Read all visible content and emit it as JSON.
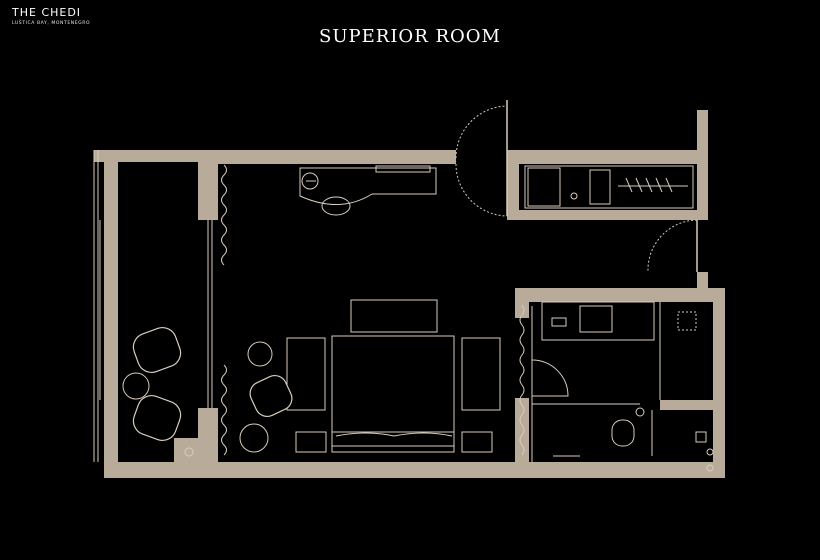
{
  "brand": {
    "name": "THE CHEDI",
    "location": "LUŠTICA BAY, MONTENEGRO"
  },
  "title": "SUPERIOR ROOM",
  "colors": {
    "background": "#000000",
    "walls": "#b9ab9a",
    "linework": "#d8ccbd",
    "text": "#ffffff"
  }
}
